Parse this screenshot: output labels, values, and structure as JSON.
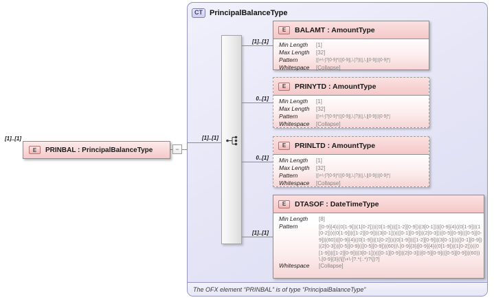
{
  "diagram": {
    "source_element": {
      "cardinality": "[1]..[1]",
      "icon_letter": "E",
      "label": "PRINBAL : PrincipalBalanceType"
    },
    "connector": {
      "collapse_glyph": "−",
      "sequence_cardinality": "[1]..[1]"
    },
    "complex_type": {
      "badge": "CT",
      "title": "PrincipalBalanceType",
      "footer": "The OFX element “PRINBAL” is of type “PrincipalBalanceType”"
    },
    "elements": [
      {
        "icon_letter": "E",
        "label": "BALAMT : AmountType",
        "cardinality": "[1]..[1]",
        "facets": [
          {
            "label": "Min Length",
            "value": "[1]"
          },
          {
            "label": "Max Length",
            "value": "[32]"
          },
          {
            "label": "Pattern",
            "value": "[[\\+\\-]?[0-9]*(([0-9][,\\.]?)|([,\\.][0-9]))[0-9]*]"
          },
          {
            "label": "Whitespace",
            "value": "[Collapse]"
          }
        ]
      },
      {
        "icon_letter": "E",
        "label": "PRINYTD : AmountType",
        "cardinality": "0..[1]",
        "facets": [
          {
            "label": "Min Length",
            "value": "[1]"
          },
          {
            "label": "Max Length",
            "value": "[32]"
          },
          {
            "label": "Pattern",
            "value": "[[\\+\\-]?[0-9]*(([0-9][,\\.]?)|([,\\.][0-9]))[0-9]*]"
          },
          {
            "label": "Whitespace",
            "value": "[Collapse]"
          }
        ]
      },
      {
        "icon_letter": "E",
        "label": "PRINLTD : AmountType",
        "cardinality": "0..[1]",
        "facets": [
          {
            "label": "Min Length",
            "value": "[1]"
          },
          {
            "label": "Max Length",
            "value": "[32]"
          },
          {
            "label": "Pattern",
            "value": "[[\\+\\-]?[0-9]*(([0-9][,\\.]?)|([,\\.][0-9]))[0-9]*]"
          },
          {
            "label": "Whitespace",
            "value": "[Collapse]"
          }
        ]
      },
      {
        "icon_letter": "E",
        "label": "DTASOF : DateTimeType",
        "cardinality": "[1]..[1]",
        "facets": [
          {
            "label": "Min Length",
            "value": "[8]"
          },
          {
            "label": "Pattern",
            "value": "[[0-9]{4}((0[1-9])|(1[0-2]))((0[1-9])|([1-2][0-9])|(3[0-1]))|[0-9]{4}((0[1-9])|(1[0-2]))((0[1-9])|([1-2][0-9])|(3[0-1]))(([0-1][0-9])|(2[0-3]))[0-5][0-9](([0-5][0-9])|(60))|[0-9]{4}((0[1-9])|(1[0-2]))((0[1-9])|([1-2][0-9])|(3[0-1]))(([0-1][0-9])|(2[0-3]))[0-5][0-9](([0-5][0-9])|(60))\\.[0-9]{3}|[0-9]{4}((0[1-9])|(1[0-2]))((0[1-9])|([1-2][0-9])|(3[0-1]))(([0-1][0-9])|(2[0-3]))[0-5][0-9](([0-5][0-9])|(60))\\.[0-9]{3}(\\[[\\+\\-]?.*(:.*)?\\])?]"
          },
          {
            "label": "Whitespace",
            "value": "[Collapse]"
          }
        ]
      }
    ]
  }
}
